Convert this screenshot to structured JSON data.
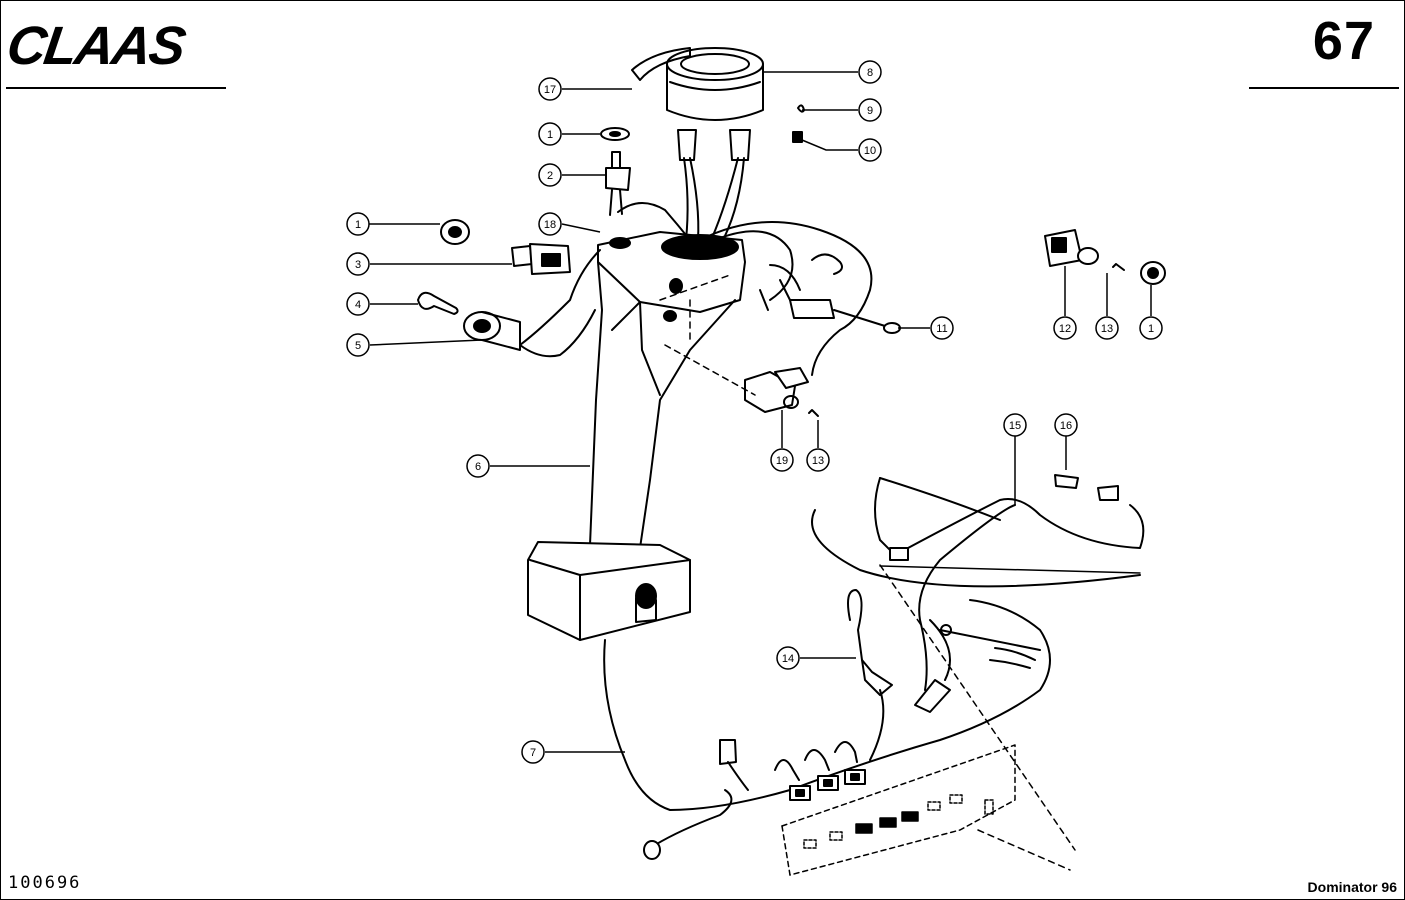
{
  "header": {
    "brand": "CLAAS",
    "page_number": "67"
  },
  "footer": {
    "doc_number": "100696",
    "model": "Dominator 96"
  },
  "callouts": [
    {
      "id": "c17",
      "label": "17"
    },
    {
      "id": "c8",
      "label": "8"
    },
    {
      "id": "c9",
      "label": "9"
    },
    {
      "id": "c10",
      "label": "10"
    },
    {
      "id": "c1a",
      "label": "1"
    },
    {
      "id": "c2",
      "label": "2"
    },
    {
      "id": "c1b",
      "label": "1"
    },
    {
      "id": "c18",
      "label": "18"
    },
    {
      "id": "c3",
      "label": "3"
    },
    {
      "id": "c4",
      "label": "4"
    },
    {
      "id": "c5",
      "label": "5"
    },
    {
      "id": "c11",
      "label": "11"
    },
    {
      "id": "c12",
      "label": "12"
    },
    {
      "id": "c13a",
      "label": "13"
    },
    {
      "id": "c1c",
      "label": "1"
    },
    {
      "id": "c6",
      "label": "6"
    },
    {
      "id": "c19",
      "label": "19"
    },
    {
      "id": "c13b",
      "label": "13"
    },
    {
      "id": "c15",
      "label": "15"
    },
    {
      "id": "c16",
      "label": "16"
    },
    {
      "id": "c14",
      "label": "14"
    },
    {
      "id": "c7",
      "label": "7"
    }
  ]
}
